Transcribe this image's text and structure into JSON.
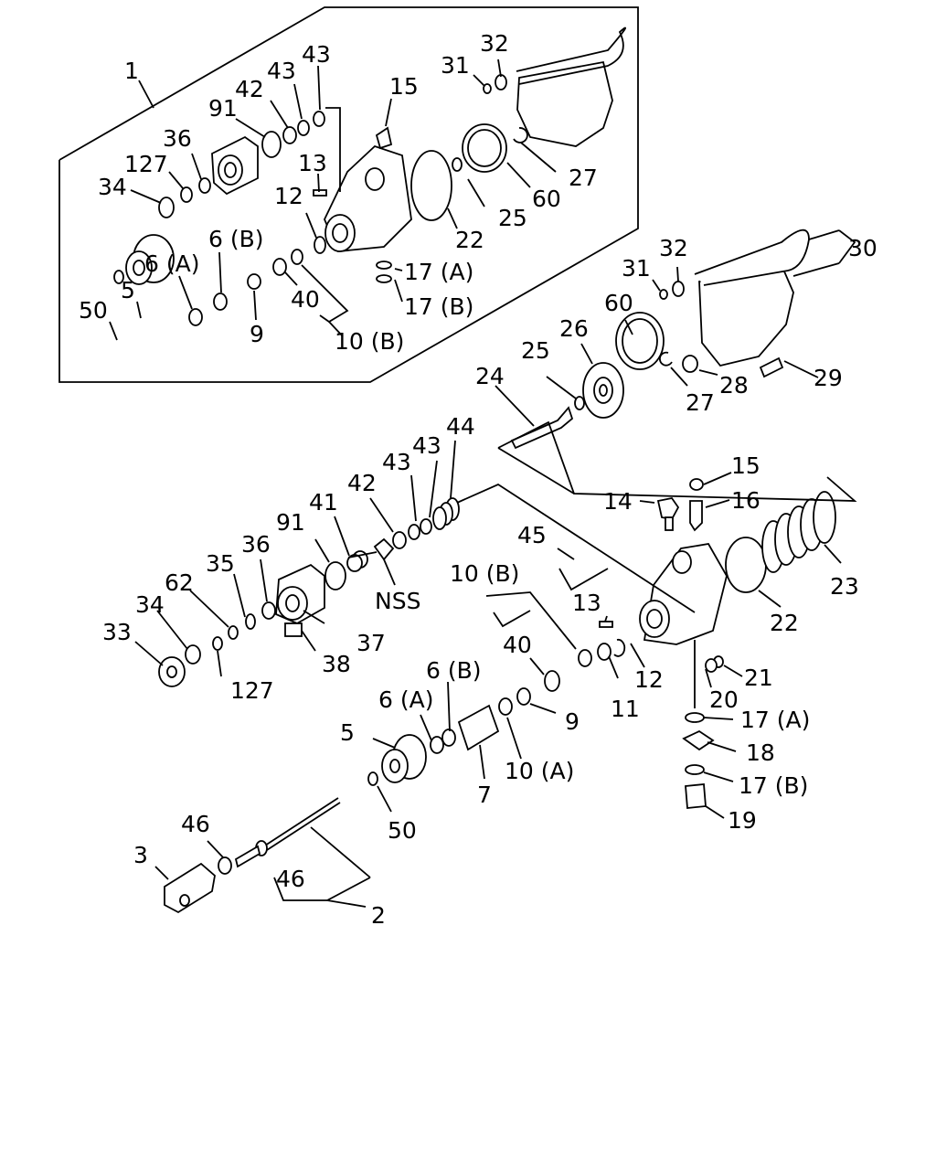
{
  "labels": {
    "kit": "1",
    "p2": "2",
    "p3": "3",
    "p5": "5",
    "p6a": "6 (A)",
    "p6b": "6 (B)",
    "p7": "7",
    "p9": "9",
    "p10a": "10 (A)",
    "p10b": "10 (B)",
    "p11": "11",
    "p12": "12",
    "p13": "13",
    "p14": "14",
    "p15": "15",
    "p16": "16",
    "p17a": "17 (A)",
    "p17b": "17 (B)",
    "p18": "18",
    "p19": "19",
    "p20": "20",
    "p21": "21",
    "p22": "22",
    "p23": "23",
    "p24": "24",
    "p25": "25",
    "p26": "26",
    "p27": "27",
    "p28": "28",
    "p29": "29",
    "p30": "30",
    "p31": "31",
    "p32": "32",
    "p33": "33",
    "p34": "34",
    "p35": "35",
    "p36": "36",
    "p37": "37",
    "p38": "38",
    "p40": "40",
    "p41": "41",
    "p42": "42",
    "p43": "43",
    "p44": "44",
    "p45": "45",
    "p46": "46",
    "p50": "50",
    "p60": "60",
    "p62": "62",
    "p91": "91",
    "p127": "127",
    "nss": "NSS"
  }
}
